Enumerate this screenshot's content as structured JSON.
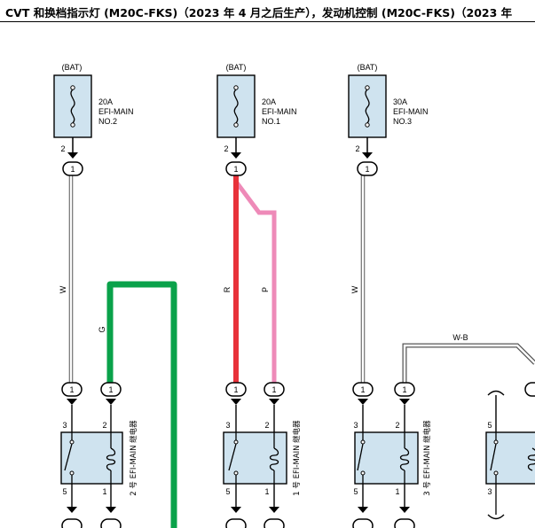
{
  "title": "CVT 和换档指示灯 (M20C-FKS)（2023 年 4 月之后生产），发动机控制 (M20C-FKS)（2023 年",
  "fuses": [
    {
      "source": "(BAT)",
      "rating": "20A",
      "name1": "EFI-MAIN",
      "name2": "NO.2",
      "pin": "2",
      "connector": "1"
    },
    {
      "source": "(BAT)",
      "rating": "20A",
      "name1": "EFI-MAIN",
      "name2": "NO.1",
      "pin": "2",
      "connector": "1"
    },
    {
      "source": "(BAT)",
      "rating": "30A",
      "name1": "EFI-MAIN",
      "name2": "NO.3",
      "pin": "2",
      "connector": "1"
    }
  ],
  "wires": {
    "w1": "W",
    "g": "G",
    "r": "R",
    "p": "P",
    "w3": "W",
    "wb": "W-B"
  },
  "relays": [
    {
      "name": "2 号 EFI-MAIN 继电器",
      "pin_tl": "3",
      "pin_tr": "2",
      "pin_bl": "5",
      "pin_br": "1",
      "conn": "1"
    },
    {
      "name": "1 号 EFI-MAIN 继电器",
      "pin_tl": "3",
      "pin_tr": "2",
      "pin_bl": "5",
      "pin_br": "1",
      "conn": "1"
    },
    {
      "name": "3 号 EFI-MAIN 继电器",
      "pin_tl": "3",
      "pin_tr": "2",
      "pin_bl": "5",
      "pin_br": "1",
      "conn": "1"
    },
    {
      "pin_tl": "5",
      "pin_bl": "3"
    }
  ],
  "colors": {
    "wire_white": "#ffffff",
    "wire_green": "#0aa24a",
    "wire_red": "#e8323a",
    "wire_pink": "#ee8ab8",
    "component_fill": "#cfe3ef"
  }
}
